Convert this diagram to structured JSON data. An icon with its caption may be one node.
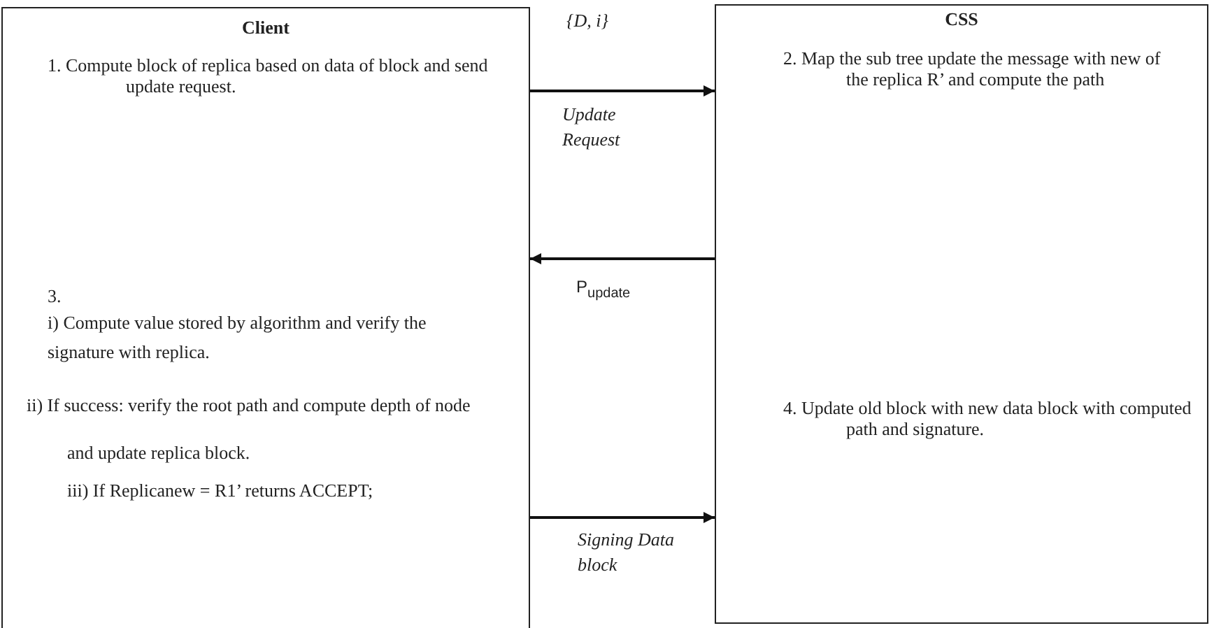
{
  "diagram": {
    "nodes": [
      {
        "text": [
          "Client",
          "1. Compute block of replica based on data of block and send update request.",
          "3.",
          "i) Compute value stored by algorithm and verify the signature with replica.",
          "ii) If success: verify the root path and compute depth of node and update replica block.",
          "iii) If Replicanew = R1’ returns ACCEPT;"
        ]
      },
      {
        "text": [
          "CSS",
          "2. Map the sub tree update the message with new of the replica R’ and compute the path",
          "4. Update old block with new data block with computed path and signature."
        ]
      }
    ],
    "edges": [
      {
        "from": 0,
        "to": 1,
        "arrow": "to",
        "label": "Update Request"
      },
      {
        "from": 1,
        "to": 0,
        "arrow": "to",
        "label": "P$_{update}$"
      },
      {
        "from": 0,
        "to": 1,
        "arrow": "to",
        "label": "Signing Data block"
      }
    ],
    "labels": [
      "{D, i}"
    ]
  }
}
